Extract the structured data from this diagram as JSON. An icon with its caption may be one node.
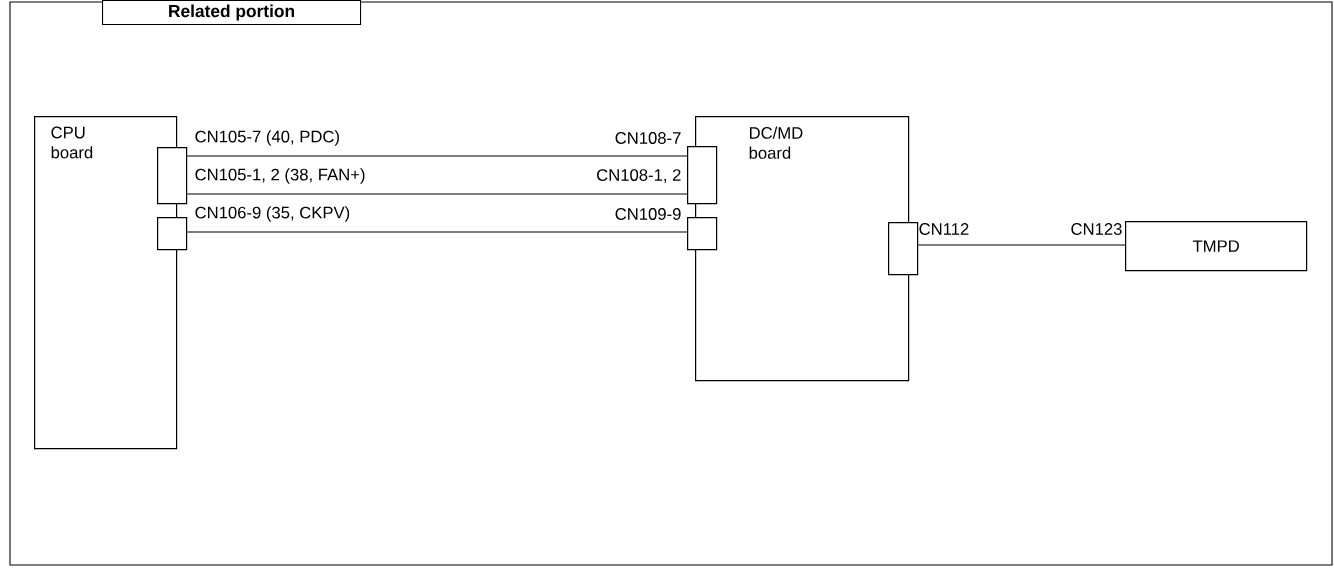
{
  "diagram": {
    "title": "Related portion",
    "nodes": [
      {
        "text": [
          "CPU board"
        ]
      },
      {
        "text": [],
        "shape": "box",
        "beside": [
          "CN105-7 (40, PDC)",
          "CN105-1, 2 (38, FAN+)"
        ]
      },
      {
        "text": [],
        "shape": "box",
        "beside": [
          "CN106-9 (35, CKPV)"
        ]
      },
      {
        "text": [
          "DC/MD board"
        ]
      },
      {
        "text": [],
        "shape": "box",
        "beside": [
          "CN108-7",
          "CN108-1, 2"
        ]
      },
      {
        "text": [],
        "shape": "box",
        "beside": [
          "CN109-9"
        ]
      },
      {
        "text": [],
        "shape": "box",
        "beside": [
          "CN112"
        ]
      },
      {
        "text": [
          "TMPD"
        ],
        "beside": [
          "CN123"
        ]
      }
    ],
    "edges": [
      {
        "from": 1,
        "to": 4,
        "arrow": "none"
      },
      {
        "from": 1,
        "to": 4,
        "arrow": "none"
      },
      {
        "from": 2,
        "to": 5,
        "arrow": "none"
      },
      {
        "from": 6,
        "to": 7,
        "arrow": "none"
      }
    ]
  }
}
